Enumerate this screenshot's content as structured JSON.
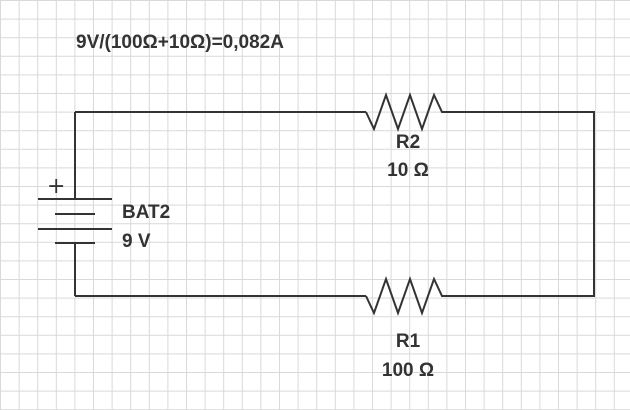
{
  "formula": "9V/(100Ω+10Ω)=0,082A",
  "battery": {
    "name": "BAT2",
    "voltage": "9 V",
    "plus_sign": "+"
  },
  "resistor_r2": {
    "name": "R2",
    "value": "10 Ω"
  },
  "resistor_r1": {
    "name": "R1",
    "value": "100 Ω"
  },
  "colors": {
    "wire": "#333333",
    "grid": "#d9d9d9",
    "background": "#ffffff"
  }
}
